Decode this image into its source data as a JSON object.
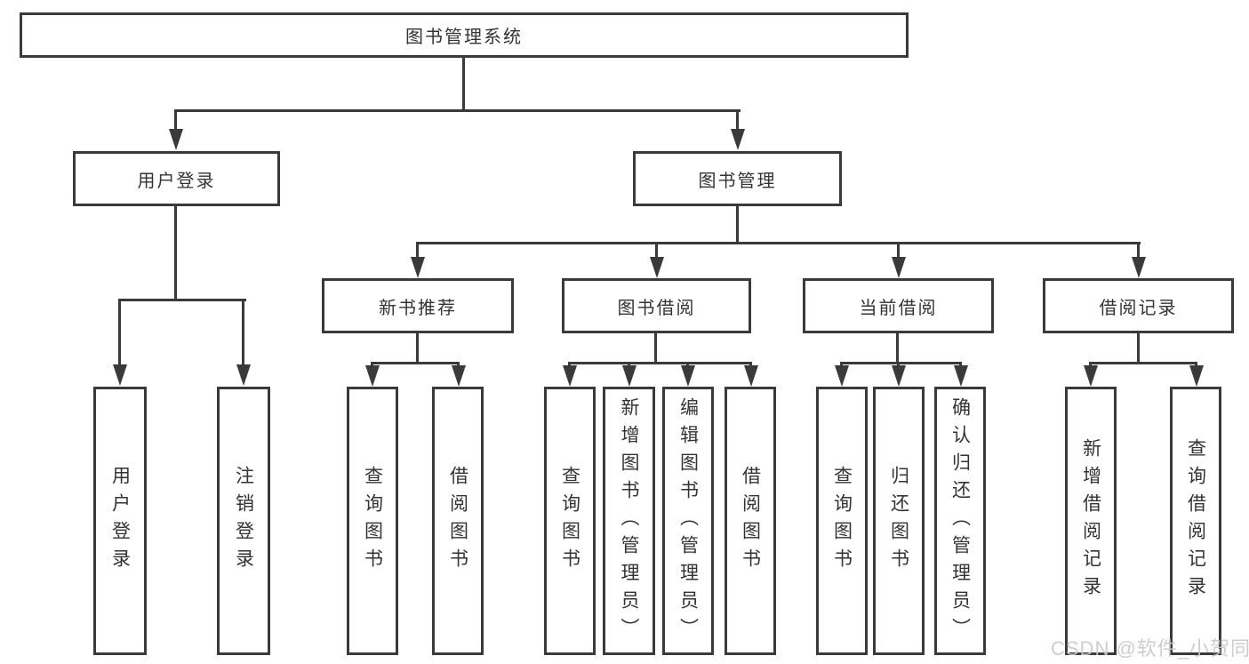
{
  "colors": {
    "line": "#3a3a3a",
    "box_background": "#ffffff",
    "text": "#333333",
    "watermark": "#c9c9c9",
    "page_background": "#ffffff"
  },
  "tree": {
    "root": {
      "label": "图书管理系统"
    },
    "branches": [
      {
        "label": "用户登录",
        "children": [
          {
            "label": "用户登录"
          },
          {
            "label": "注销登录"
          }
        ]
      },
      {
        "label": "图书管理",
        "groups": [
          {
            "label": "新书推荐",
            "children": [
              {
                "label": "查询图书"
              },
              {
                "label": "借阅图书"
              }
            ]
          },
          {
            "label": "图书借阅",
            "children": [
              {
                "label": "查询图书"
              },
              {
                "label": "新增图书（管理员）"
              },
              {
                "label": "编辑图书（管理员）"
              },
              {
                "label": "借阅图书"
              }
            ]
          },
          {
            "label": "当前借阅",
            "children": [
              {
                "label": "查询图书"
              },
              {
                "label": "归还图书"
              },
              {
                "label": "确认归还（管理员）"
              }
            ]
          },
          {
            "label": "借阅记录",
            "children": [
              {
                "label": "新增借阅记录"
              },
              {
                "label": "查询借阅记录"
              }
            ]
          }
        ]
      }
    ]
  },
  "watermark": {
    "text": "CSDN @软件_小贺同学"
  }
}
